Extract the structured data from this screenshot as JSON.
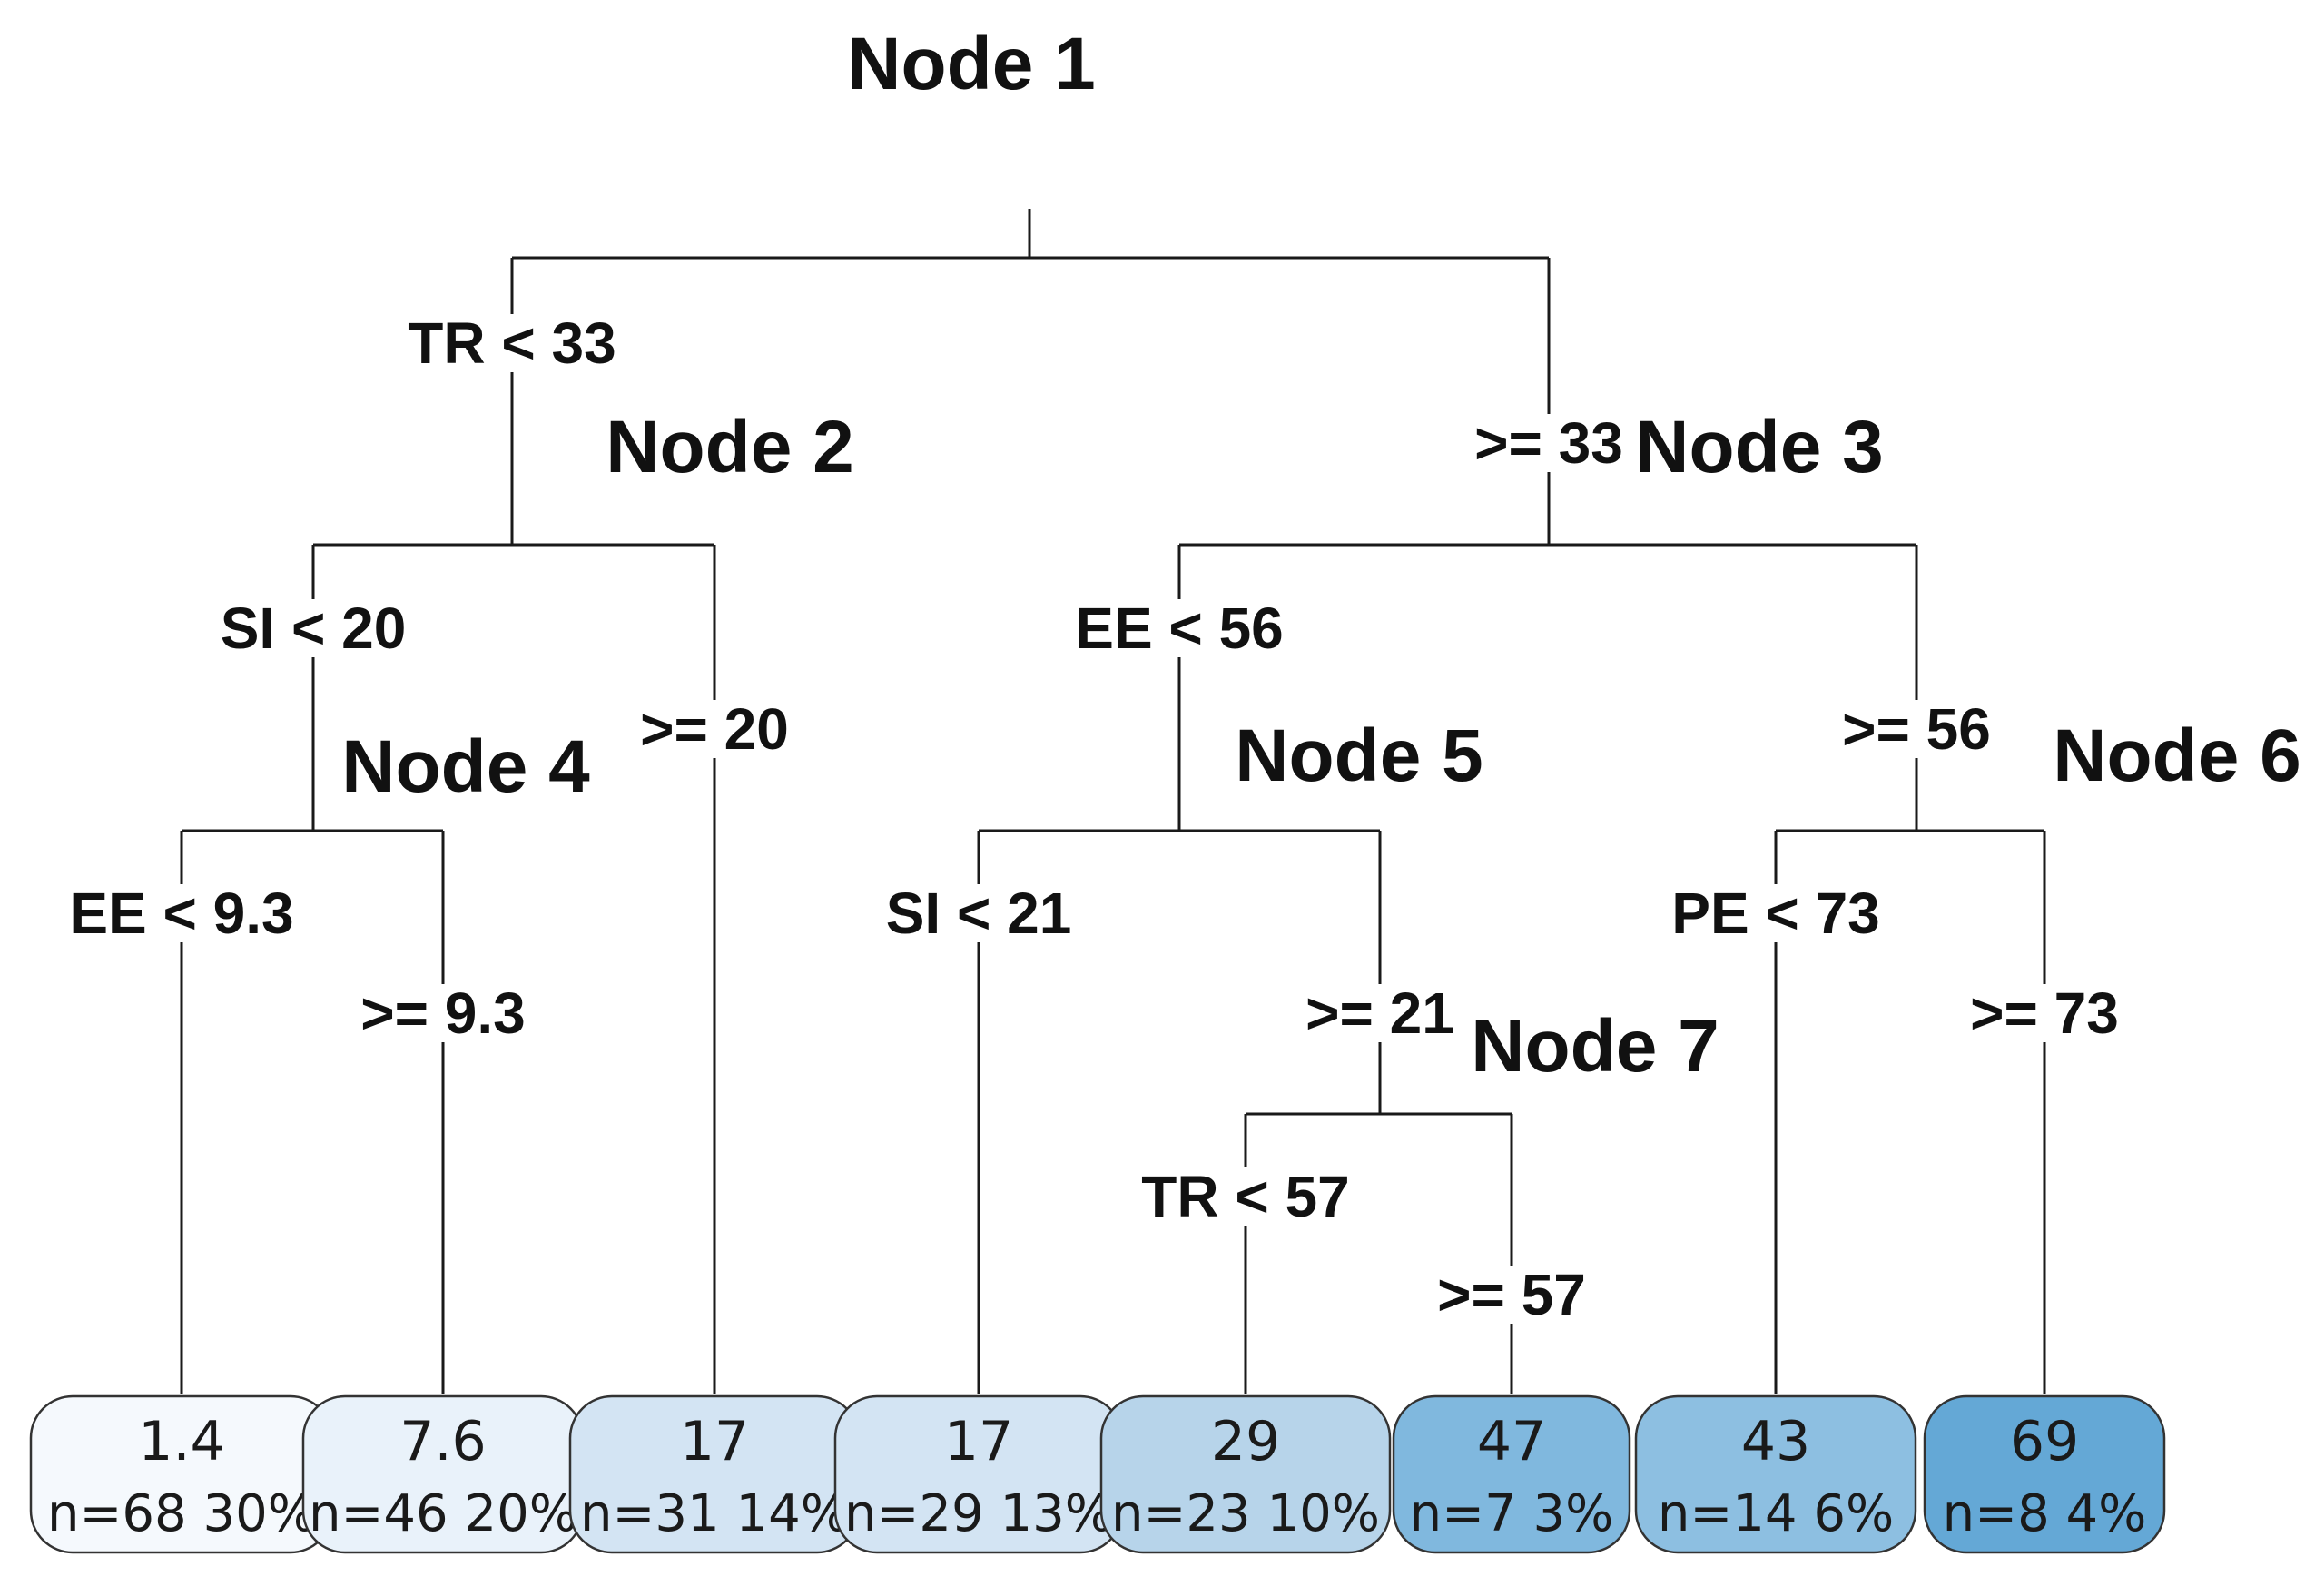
{
  "nodes": [
    {
      "id": "node-1",
      "title": "Node 1"
    },
    {
      "id": "node-2",
      "title": "Node 2"
    },
    {
      "id": "node-3",
      "title": "Node 3"
    },
    {
      "id": "node-4",
      "title": "Node 4"
    },
    {
      "id": "node-5",
      "title": "Node 5"
    },
    {
      "id": "node-6",
      "title": "Node 6"
    },
    {
      "id": "node-7",
      "title": "Node 7"
    }
  ],
  "splits": [
    {
      "id": "split-tr-lt-33",
      "text": "TR < 33"
    },
    {
      "id": "split-tr-ge-33",
      "text": ">= 33"
    },
    {
      "id": "split-si-lt-20",
      "text": "SI < 20"
    },
    {
      "id": "split-si-ge-20",
      "text": ">= 20"
    },
    {
      "id": "split-ee-lt-56",
      "text": "EE < 56"
    },
    {
      "id": "split-ee-ge-56",
      "text": ">= 56"
    },
    {
      "id": "split-ee-lt-9-3",
      "text": "EE < 9.3"
    },
    {
      "id": "split-ee-ge-9-3",
      "text": ">= 9.3"
    },
    {
      "id": "split-si-lt-21",
      "text": "SI < 21"
    },
    {
      "id": "split-si-ge-21",
      "text": ">= 21"
    },
    {
      "id": "split-pe-lt-73",
      "text": "PE < 73"
    },
    {
      "id": "split-pe-ge-73",
      "text": ">= 73"
    },
    {
      "id": "split-tr-lt-57",
      "text": "TR < 57"
    },
    {
      "id": "split-tr-ge-57",
      "text": ">= 57"
    }
  ],
  "leaves": [
    {
      "value": "1.4",
      "count": "n=68  30%",
      "color": "#f5f9fd"
    },
    {
      "value": "7.6",
      "count": "n=46  20%",
      "color": "#e9f2fa"
    },
    {
      "value": "17",
      "count": "n=31  14%",
      "color": "#d3e4f3"
    },
    {
      "value": "17",
      "count": "n=29  13%",
      "color": "#d3e4f3"
    },
    {
      "value": "29",
      "count": "n=23  10%",
      "color": "#b7d4ea"
    },
    {
      "value": "47",
      "count": "n=7  3%",
      "color": "#80b8de"
    },
    {
      "value": "43",
      "count": "n=14  6%",
      "color": "#8dbfe1"
    },
    {
      "value": "69",
      "count": "n=8  4%",
      "color": "#64a8d6"
    }
  ]
}
